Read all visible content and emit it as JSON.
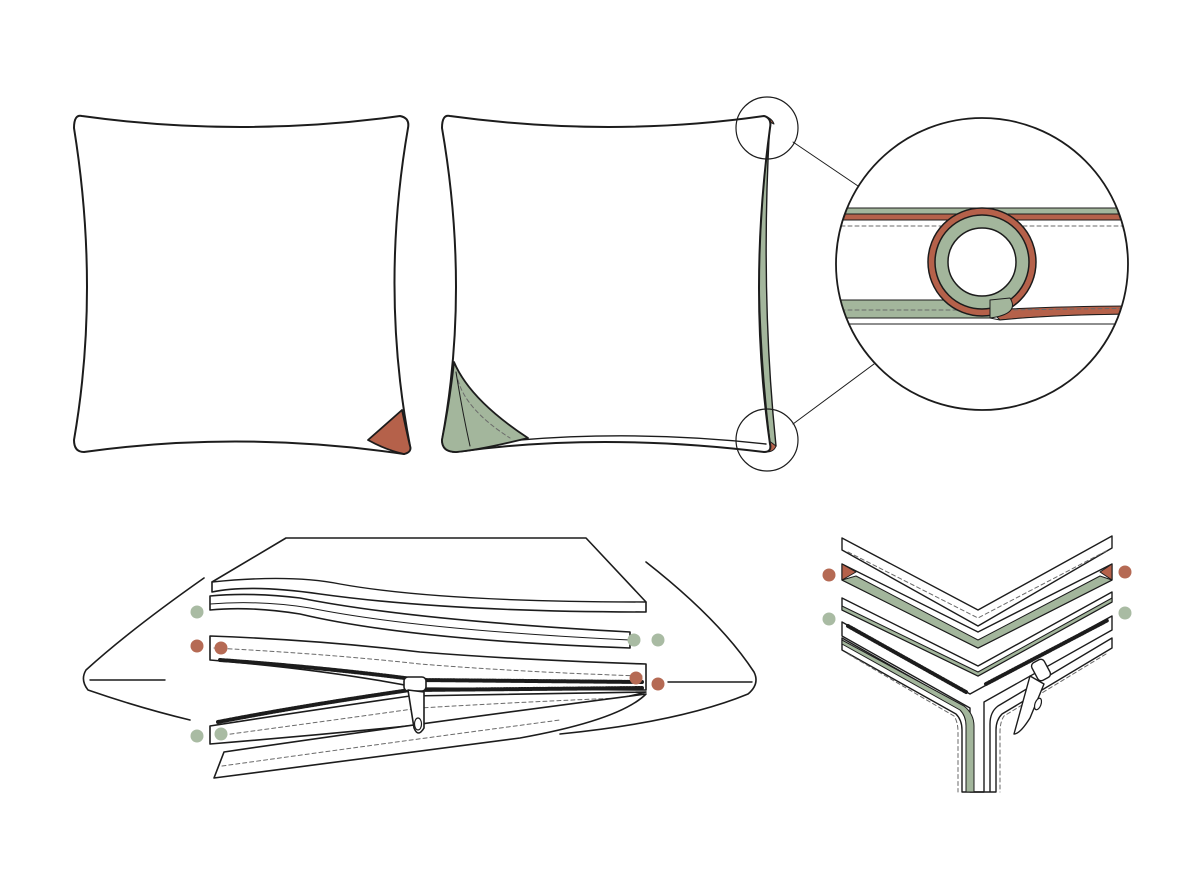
{
  "colors": {
    "background": "#ffffff",
    "outline": "#1c1c1c",
    "fabric": "#ffffff",
    "rust": "#b5614a",
    "sage": "#a3b69c",
    "dot_rust": "#b56a54",
    "dot_sage": "#a9bba3",
    "stitch": "#6a6a6a"
  },
  "icons": {
    "dot_marker": "color-dot-marker-icon",
    "zipper_pull": "zipper-pull-icon",
    "magnifier_circle": "detail-magnifier-circle"
  },
  "figures": [
    "plain-pillow",
    "pillow-piping-detail",
    "piping-cross-section",
    "zipper-layers-exploded",
    "corner-layers-exploded"
  ]
}
